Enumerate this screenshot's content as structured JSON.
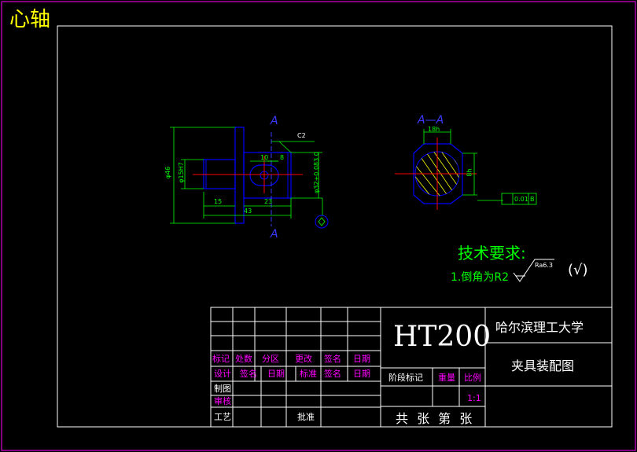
{
  "drawing_title": "心轴",
  "section_marks": {
    "a": "A",
    "section": "A—A"
  },
  "dimensions": {
    "chamfer": "C2",
    "d46": "φ46",
    "d15": "φ15H7",
    "d32": "φ32+0.083 0",
    "len15": "15",
    "len23": "23",
    "len43": "43",
    "len10": "10",
    "len8": "8",
    "sec18": "18h",
    "sec8": "8h",
    "tol": "0.01",
    "datum": "B"
  },
  "tech_requirements": {
    "title": "技术要求:",
    "item1": "1.倒角为R2",
    "roughness": "Ra6.3",
    "check": "(√)"
  },
  "title_block": {
    "material": "HT200",
    "school": "哈尔滨理工大学",
    "drawing_name": "夹具装配图",
    "sheets": "共 张 第 张",
    "row_marks": [
      "标记",
      "处数",
      "分区",
      "更改",
      "签名",
      "日期"
    ],
    "row_design": [
      "设计",
      "签名",
      "日期",
      "标准",
      "签名",
      "日期"
    ],
    "draw": "制图",
    "review": "审核",
    "process": "工艺",
    "approve": "批准",
    "stage": "阶段标记",
    "weight": "重量",
    "scale_label": "比例",
    "scale": "1:1"
  },
  "colors": {
    "frame": "#ffffff",
    "border": "#ff00ff",
    "part": "#0000ff",
    "dim": "#00ff00",
    "center": "#ff0000",
    "title": "#ffff00"
  }
}
